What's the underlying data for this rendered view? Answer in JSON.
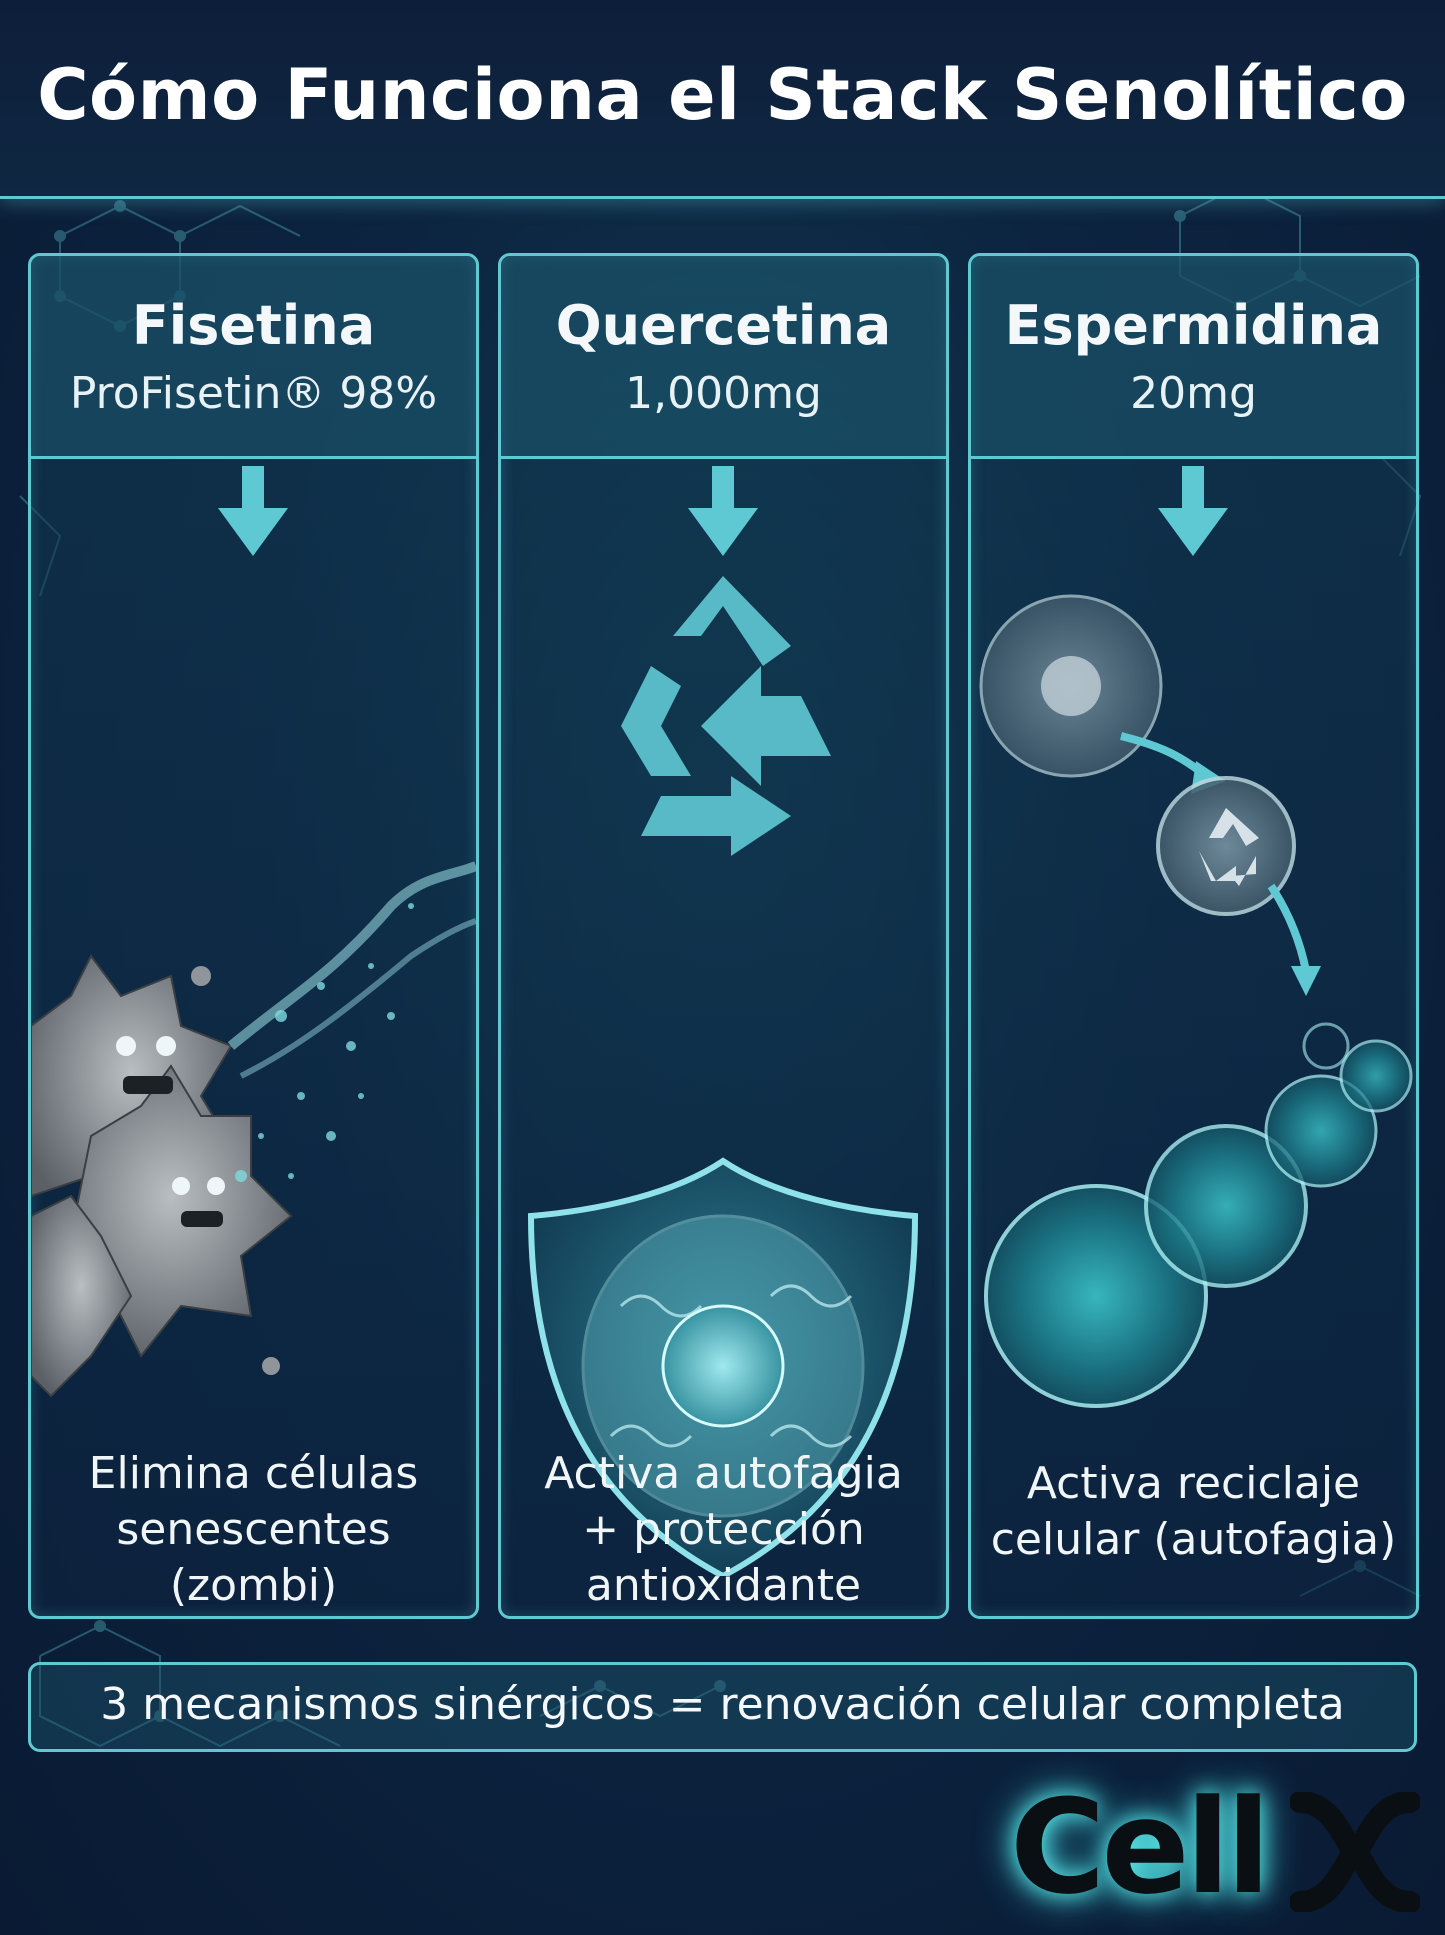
{
  "title": "Cómo Funciona el Stack Senolítico",
  "columns": [
    {
      "name": "Fisetina",
      "sub": "ProFisetin® 98%",
      "desc": [
        "Elimina células",
        "senescentes",
        "(zombi)"
      ]
    },
    {
      "name": "Quercetina",
      "sub": "1,000mg",
      "desc": [
        "Activa autofagia",
        "+ protección",
        "antioxidante"
      ]
    },
    {
      "name": "Espermidina",
      "sub": "20mg",
      "desc": [
        "Activa reciclaje",
        "celular (autofagia)"
      ]
    }
  ],
  "footer": "3 mecanismos sinérgicos = renovación celular completa",
  "logo": "Cell",
  "colors": {
    "accent": "#5fc9d3",
    "background": "#0c2440",
    "cell": "#7fd9e0"
  },
  "icons": [
    "down-arrow-icon",
    "zombie-cells-illustration",
    "recycle-icon",
    "shield-cell-illustration",
    "cell-renewal-illustration",
    "x-logo-mark"
  ]
}
